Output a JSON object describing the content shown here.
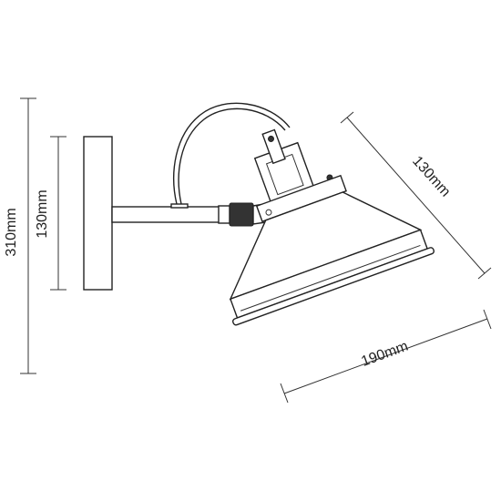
{
  "dimensions": {
    "total_height": "310mm",
    "plate_height": "130mm",
    "shade_depth": "130mm",
    "shade_diameter": "190mm"
  }
}
